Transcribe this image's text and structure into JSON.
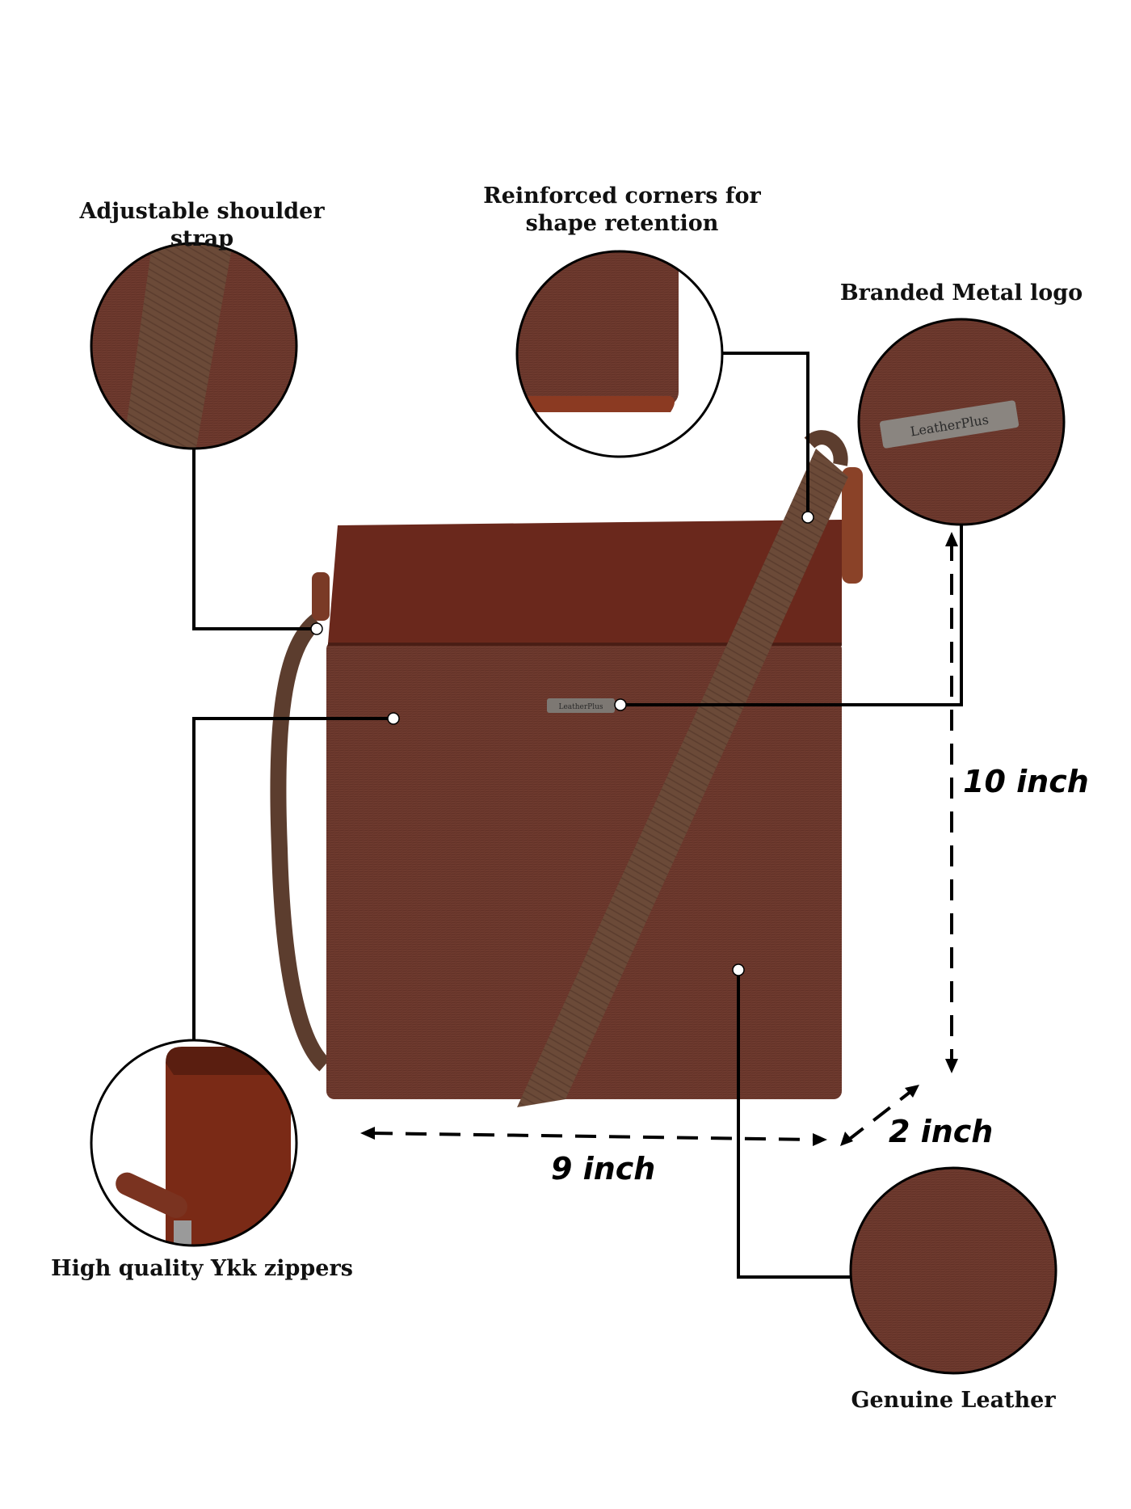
{
  "features": {
    "strap": "Adjustable shoulder strap",
    "corners_line1": "Reinforced corners for",
    "corners_line2": "shape retention",
    "logo": "Branded Metal logo",
    "zippers": "High quality Ykk zippers",
    "leather": "Genuine Leather"
  },
  "dimensions": {
    "height": "10 inch",
    "width": "9 inch",
    "depth": "2 inch"
  },
  "brand": {
    "plate_text": "LeatherPlus"
  },
  "colors": {
    "leather": "#6e3a2e",
    "flap": "#6a281c",
    "strap": "#6b4a38",
    "line": "#000000"
  }
}
